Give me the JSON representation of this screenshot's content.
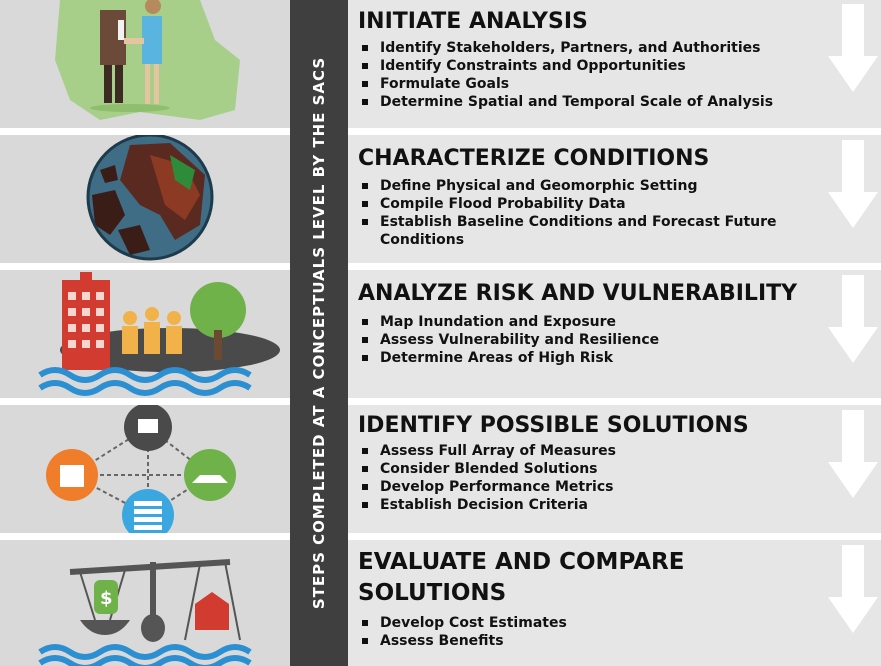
{
  "side_label": "STEPS COMPLETED AT A CONCEPTUALS LEVEL BY THE  SACS",
  "steps": [
    {
      "title": "INITIATE ANALYSIS",
      "bullets": [
        "Identify Stakeholders, Partners, and Authorities",
        "Identify Constraints and Opportunities",
        "Formulate Goals",
        "Determine Spatial and Temporal Scale of Analysis"
      ]
    },
    {
      "title": "CHARACTERIZE CONDITIONS",
      "bullets": [
        "Define Physical and Geomorphic Setting",
        "Compile Flood Probability Data",
        "Establish Baseline Conditions and Forecast Future Conditions"
      ]
    },
    {
      "title": "ANALYZE RISK AND VULNERABILITY",
      "bullets": [
        "Map Inundation and Exposure",
        "Assess Vulnerability and Resilience",
        "Determine Areas of High Risk"
      ]
    },
    {
      "title": "IDENTIFY POSSIBLE SOLUTIONS",
      "bullets": [
        "Assess Full Array of Measures",
        "Consider Blended Solutions",
        "Develop Performance Metrics",
        "Establish Decision Criteria"
      ]
    },
    {
      "title": "EVALUATE AND COMPARE SOLUTIONS",
      "bullets": [
        "Develop Cost Estimates",
        "Assess Benefits"
      ]
    }
  ],
  "icons": {
    "step1": "handshake-icon",
    "step2": "globe-icon",
    "step3": "community-risk-icon",
    "step4": "solutions-network-icon",
    "step5": "balance-scale-icon"
  },
  "colors": {
    "band": "#3f3f3f",
    "panel": "#e6e6e6",
    "icon_panel": "#d9d9d9",
    "arrow": "#ffffff",
    "water": "#2b8fd1"
  }
}
